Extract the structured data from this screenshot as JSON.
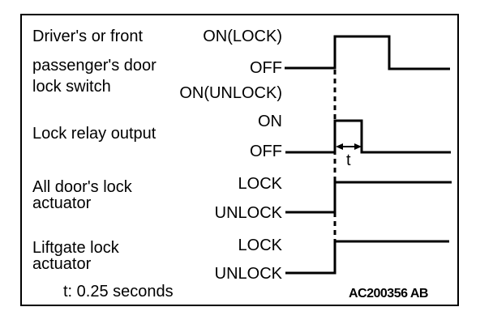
{
  "signals": [
    {
      "name_lines": [
        "Driver's or front",
        "passenger's door",
        "lock switch"
      ],
      "states": [
        "ON(LOCK)",
        "OFF",
        "ON(UNLOCK)"
      ]
    },
    {
      "name_lines": [
        "Lock relay output"
      ],
      "states": [
        "ON",
        "OFF"
      ]
    },
    {
      "name_lines": [
        "All door's lock",
        "actuator"
      ],
      "states": [
        "LOCK",
        "UNLOCK"
      ]
    },
    {
      "name_lines": [
        "Liftgate lock",
        "actuator"
      ],
      "states": [
        "LOCK",
        "UNLOCK"
      ]
    }
  ],
  "pulse_label": "t",
  "note": "t: 0.25 seconds",
  "figure_id": "AC200356 AB"
}
